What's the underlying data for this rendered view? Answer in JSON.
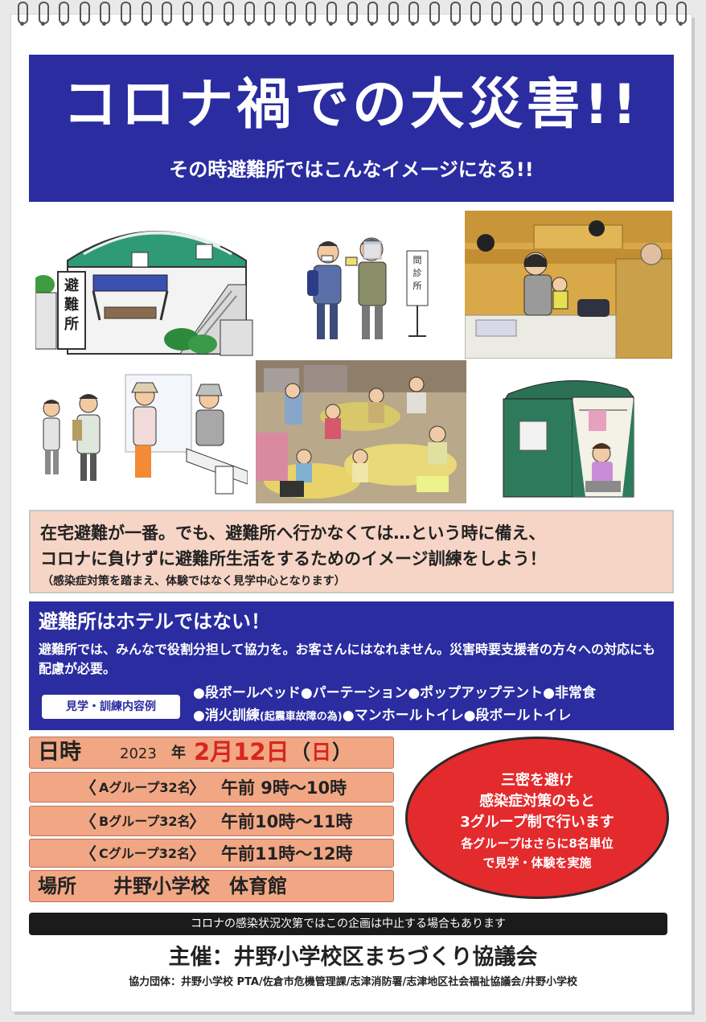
{
  "title": {
    "main": "コロナ禍での大災害!!",
    "sub": "その時避難所ではこんなイメージになる!!"
  },
  "illustrations": {
    "shelter_sign": [
      "避",
      "難",
      "所"
    ],
    "checkpoint_sign": [
      "問",
      "診",
      "所"
    ]
  },
  "intro": {
    "line1": "在宅避難が一番。でも、避難所へ行かなくては…という時に備え、",
    "line2": "コロナに負けずに避難所生活をするためのイメージ訓練をしよう！",
    "note": "（感染症対策を踏まえ、体験ではなく見学中心となります）"
  },
  "hotel": {
    "title": "避難所はホテルではない！",
    "text": "避難所では、みんなで役割分担して協力を。お客さんにはなれません。災害時要支援者の方々への対応にも配慮が必要。",
    "tag": "見学・訓練内容例",
    "items_line1": "●段ボールベッド●パーテーション●ポップアップテント●非常食",
    "items_line2_a": "●消火訓練",
    "items_line2_b": "(起震車故障の為)",
    "items_line2_c": "●マンホールトイレ●段ボールトイレ"
  },
  "schedule": {
    "date_label": "日時",
    "year": "2023",
    "year_unit": "年",
    "date": "2月12日",
    "weekday_open": "（",
    "weekday": "日",
    "weekday_close": "）",
    "groups": [
      {
        "open": "〈",
        "name": "Aグループ32名",
        "close": "〉",
        "time": "午前 9時～10時"
      },
      {
        "open": "〈",
        "name": "Bグループ32名",
        "close": "〉",
        "time": "午前10時～11時"
      },
      {
        "open": "〈",
        "name": "Cグループ32名",
        "close": "〉",
        "time": "午前11時～12時"
      }
    ],
    "place_label": "場所",
    "place": "井野小学校　体育館"
  },
  "oval": {
    "lines": [
      "三密を避け",
      "感染症対策のもと",
      "3グループ制で行います",
      "各グループはさらに8名単位",
      "で見学・体験を実施"
    ]
  },
  "notice": "コロナの感染状況次第ではこの企画は中止する場合もあります",
  "host": "主催：井野小学校区まちづくり協議会",
  "cooperation": "協力団体：井野小学校 PTA/佐倉市危機管理課/志津消防署/志津地区社会福祉協議会/井野小学校",
  "colors": {
    "banner_blue": "#2a2ca0",
    "intro_pink": "#f6d5c6",
    "schedule_orange": "#f1a784",
    "oval_red": "#e32a2d",
    "date_red": "#d8261c"
  }
}
